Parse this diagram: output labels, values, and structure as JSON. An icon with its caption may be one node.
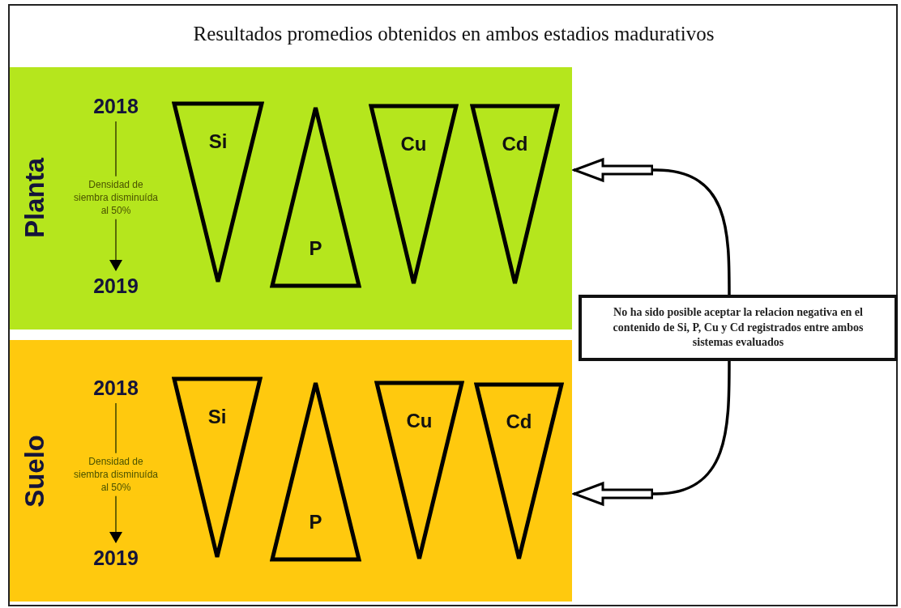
{
  "diagram": {
    "title": "Resultados promedios obtenidos en ambos estadios madurativos",
    "nodes": [
      {
        "text": [
          "Planta"
        ]
      },
      {
        "text": [
          "2018"
        ],
        "in": 0
      },
      {
        "text": [
          "2019"
        ],
        "in": 0
      },
      {
        "text": [
          "Si"
        ],
        "in": 0
      },
      {
        "text": [
          "P"
        ],
        "in": 0
      },
      {
        "text": [
          "Cu"
        ],
        "in": 0
      },
      {
        "text": [
          "Cd"
        ],
        "in": 0
      },
      {
        "text": [
          "Suelo"
        ]
      },
      {
        "text": [
          "2018"
        ],
        "in": 7
      },
      {
        "text": [
          "2019"
        ],
        "in": 7
      },
      {
        "text": [
          "Si"
        ],
        "in": 7
      },
      {
        "text": [
          "P"
        ],
        "in": 7
      },
      {
        "text": [
          "Cu"
        ],
        "in": 7
      },
      {
        "text": [
          "Cd"
        ],
        "in": 7
      },
      {
        "text": [
          "No ha sido posible aceptar la relacion negativa en el contenido de Si, P, Cu y Cd registrados entre ambos sistemas evaluados"
        ]
      }
    ],
    "edges": [
      {
        "from": 1,
        "to": 2,
        "arrow": "to",
        "label": "Densidad de siembra disminuída al 50%"
      },
      {
        "from": 8,
        "to": 9,
        "arrow": "to",
        "label": "Densidad de siembra disminuída al 50%"
      },
      {
        "from": 14,
        "to": 0,
        "arrow": "to",
        "style": "thick"
      },
      {
        "from": 14,
        "to": 7,
        "arrow": "to",
        "style": "thick"
      }
    ]
  }
}
